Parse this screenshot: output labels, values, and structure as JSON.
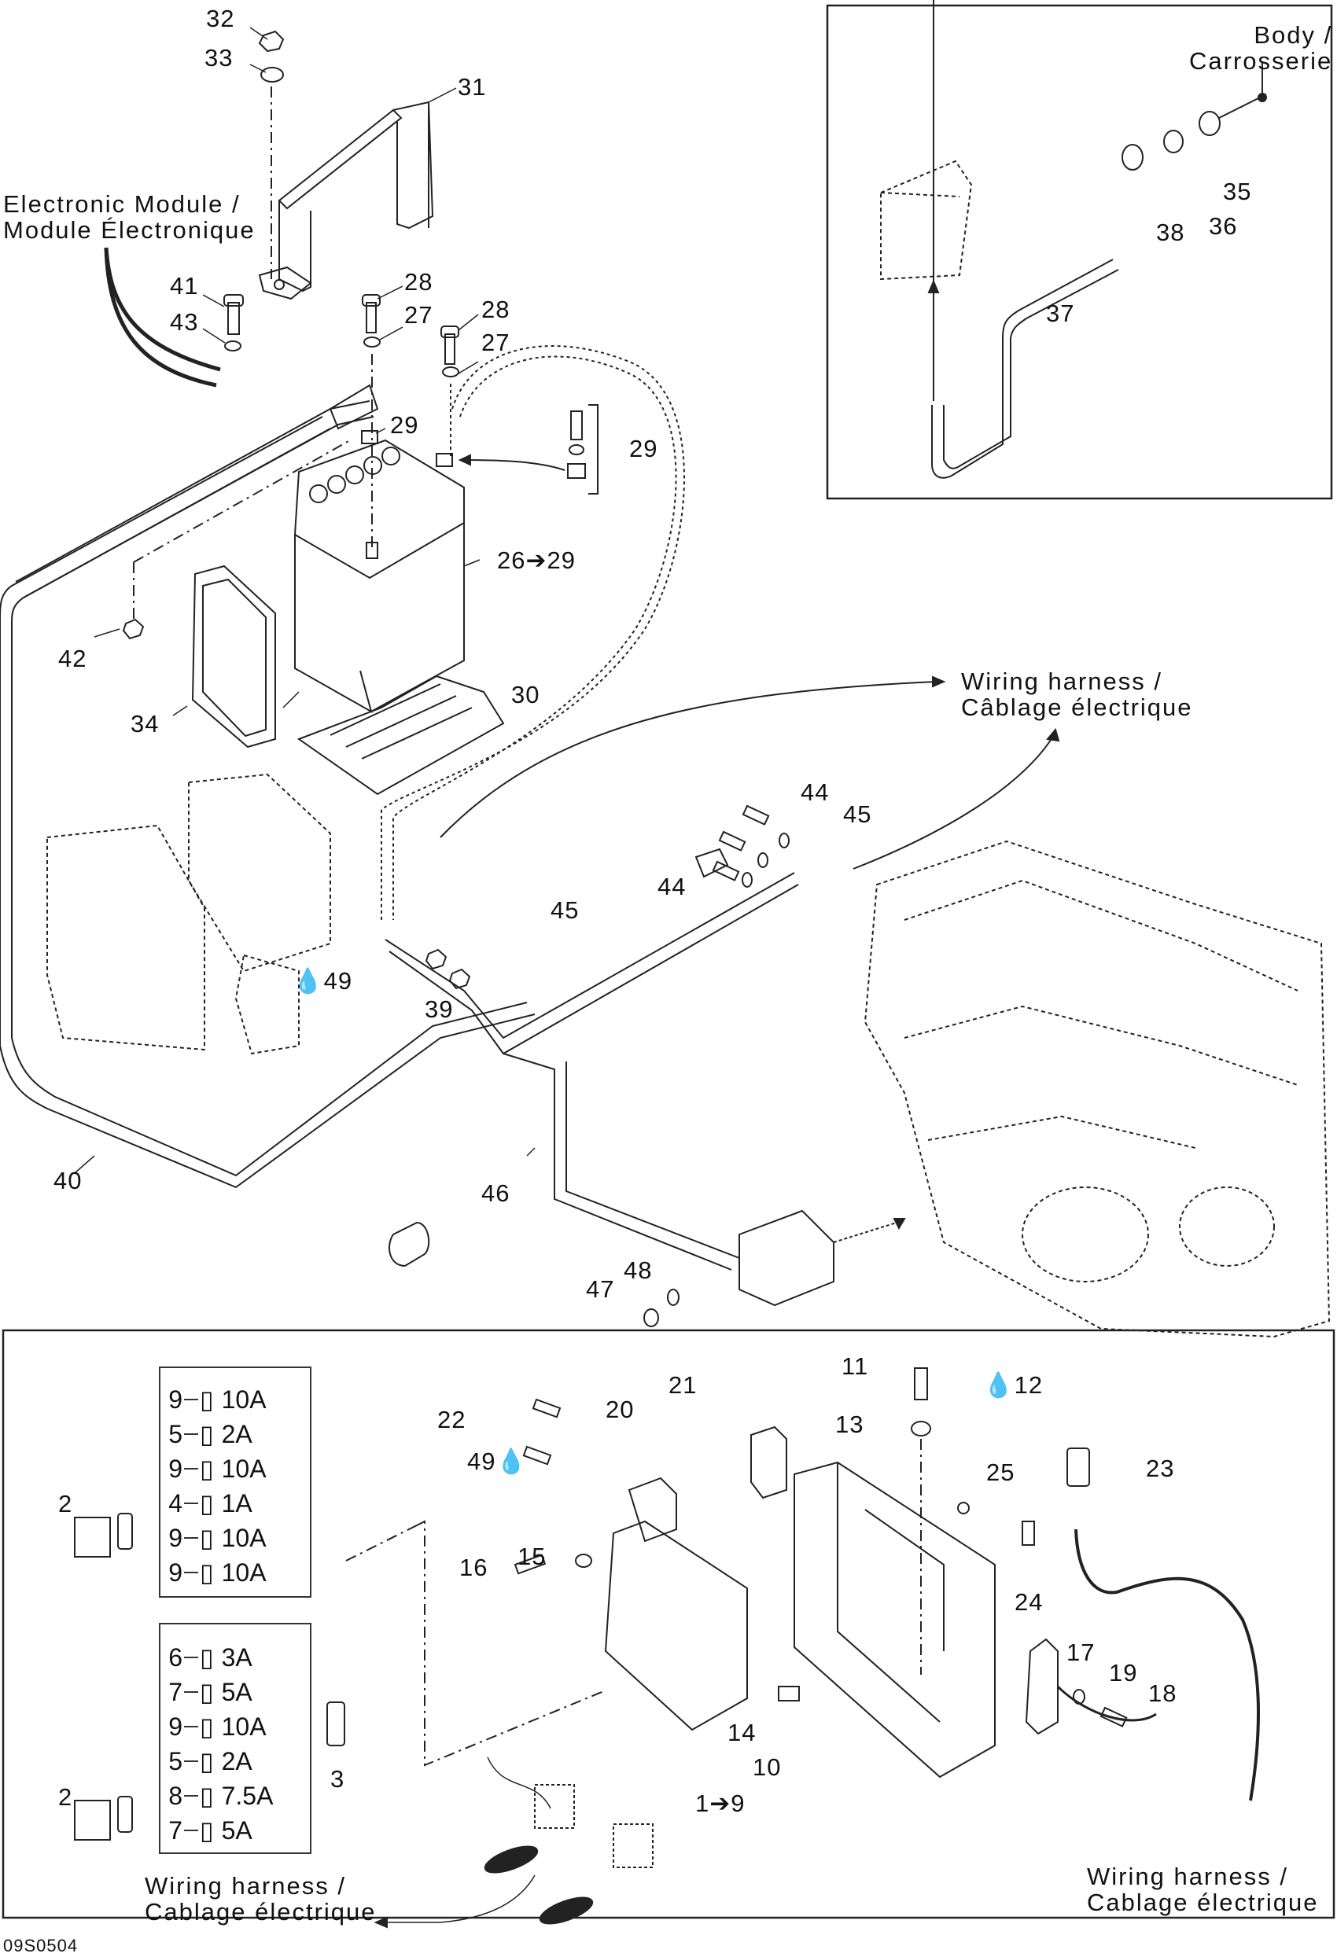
{
  "diagram": {
    "figure_code": "09S0504",
    "notes": {
      "electronic_module": [
        "Electronic Module /",
        "Module Électronique"
      ],
      "body": [
        "Body /",
        "Carrosserie"
      ],
      "wiring_harness_top": [
        "Wiring harness /",
        "Câblage électrique"
      ],
      "wiring_harness_bottom_left": [
        "Wiring harness /",
        "Cablage électrique"
      ],
      "wiring_harness_bottom_right": [
        "Wiring harness /",
        "Cablage électrique"
      ]
    },
    "callouts": {
      "c32": "32",
      "c33": "33",
      "c31": "31",
      "c41": "41",
      "c43": "43",
      "c28a": "28",
      "c27a": "27",
      "c28b": "28",
      "c27b": "27",
      "c29a": "29",
      "c29b": "29",
      "c26": "26➔29",
      "c42": "42",
      "c34": "34",
      "c30": "30",
      "c44a": "44",
      "c45a": "45",
      "c44b": "44",
      "c45b": "45",
      "c49a": "49",
      "c39": "39",
      "c40": "40",
      "c46": "46",
      "c47": "47",
      "c48": "48",
      "c35": "35",
      "c36": "36",
      "c37": "37",
      "c38": "38",
      "c11": "11",
      "c12": "12",
      "c13": "13",
      "c20": "20",
      "c21": "21",
      "c22": "22",
      "c49b": "49",
      "c25": "25",
      "c23": "23",
      "c24": "24",
      "c15": "15",
      "c16": "16",
      "c17": "17",
      "c19": "19",
      "c18": "18",
      "c14": "14",
      "c10": "10",
      "c1": "1➔9",
      "c2a": "2",
      "c2b": "2",
      "c3": "3"
    },
    "fuse_table_1": [
      {
        "qty": "9",
        "rating": "10A"
      },
      {
        "qty": "5",
        "rating": "2A"
      },
      {
        "qty": "9",
        "rating": "10A"
      },
      {
        "qty": "4",
        "rating": "1A"
      },
      {
        "qty": "9",
        "rating": "10A"
      },
      {
        "qty": "9",
        "rating": "10A"
      }
    ],
    "fuse_table_2": [
      {
        "qty": "6",
        "rating": "3A"
      },
      {
        "qty": "7",
        "rating": "5A"
      },
      {
        "qty": "9",
        "rating": "10A"
      },
      {
        "qty": "5",
        "rating": "2A"
      },
      {
        "qty": "8",
        "rating": "7.5A"
      },
      {
        "qty": "7",
        "rating": "5A"
      }
    ]
  }
}
